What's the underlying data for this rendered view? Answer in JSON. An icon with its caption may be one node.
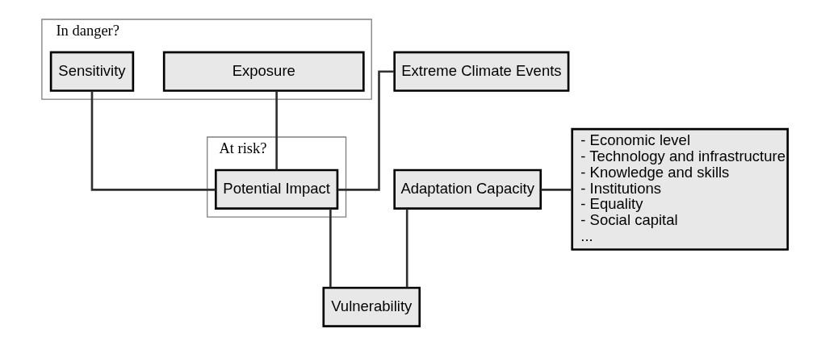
{
  "diagram": {
    "nodes": [
      {
        "text": [
          "In danger?"
        ]
      },
      {
        "text": [
          "Extreme Climate Events"
        ]
      },
      {
        "text": [
          "Exposure"
        ],
        "in": 0
      },
      {
        "text": [
          "Sensitivity"
        ],
        "in": 0
      },
      {
        "text": [
          "At risk?"
        ]
      },
      {
        "text": [
          "Potential Impact"
        ],
        "in": 4
      },
      {
        "text": [
          "Adaptation Capacity"
        ]
      },
      {
        "text": [
          "- Economic level",
          "- Technology and infrastructure",
          "- Knowledge and skills",
          "- Institutions",
          "- Equality",
          "- Social capital",
          "..."
        ]
      },
      {
        "text": [
          "Vulnerability"
        ]
      }
    ],
    "edges": [
      {
        "from": 1,
        "to": 5,
        "arrow": "none"
      },
      {
        "from": 2,
        "to": 5,
        "arrow": "none"
      },
      {
        "from": 3,
        "to": 5,
        "arrow": "none"
      },
      {
        "from": 5,
        "to": 8,
        "arrow": "none"
      },
      {
        "from": 6,
        "to": 8,
        "arrow": "none"
      },
      {
        "from": 6,
        "to": 7,
        "arrow": "none"
      }
    ]
  }
}
